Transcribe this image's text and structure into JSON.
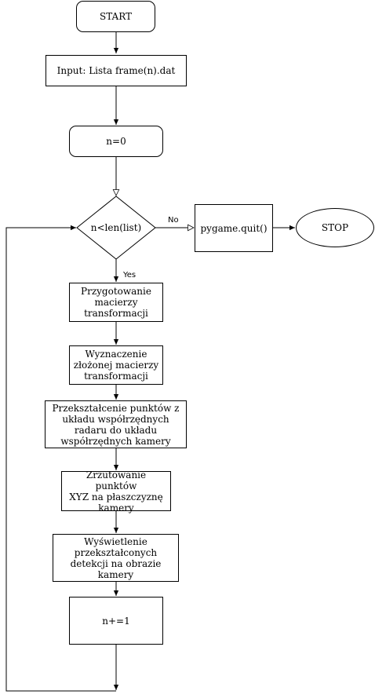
{
  "nodes": {
    "start": "START",
    "input": "Input: Lista frame(n).dat",
    "init": "n=0",
    "condition": "n<len(list)",
    "quit": "pygame.quit()",
    "stop": "STOP",
    "prep": "Przygotowanie\nmacierzy\ntransformacji",
    "compose": "Wyznaczenie\nzłożonej macierzy\ntransformacji",
    "transform": "Przekształcenie punktów z\nukładu współrzędnych\nradaru do układu\nwspółrzędnych kamery",
    "project": "Zrzutowanie punktów\nXYZ na płaszczyznę\nkamery",
    "display": "Wyświetlenie\nprzekształconych\ndetekcji na obrazie\nkamery",
    "increment": "n+=1"
  },
  "edge_labels": {
    "no": "No",
    "yes": "Yes"
  }
}
